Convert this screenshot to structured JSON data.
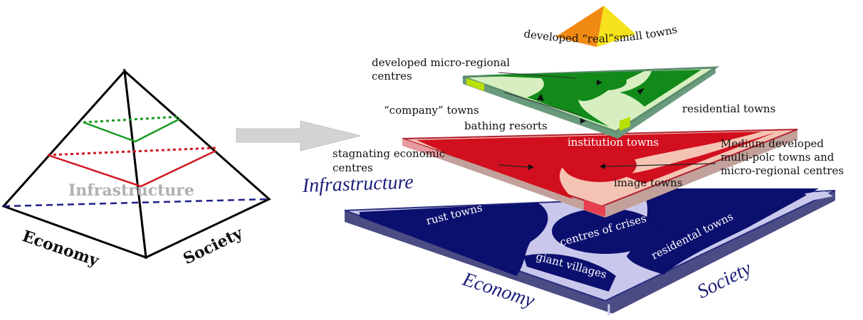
{
  "left_pyramid": {
    "infrastructure": "Infrastructure",
    "economy": "Economy",
    "society": "Society"
  },
  "layers": {
    "top_apex": {
      "label": "developed “real”small towns"
    },
    "green": {
      "developed_micro_regional": [
        "developed micro-regional",
        "centres"
      ],
      "company_towns": "“company” towns",
      "bathing_resorts": "bathing resorts",
      "residential_towns": "residential towns"
    },
    "red": {
      "institution_towns": "institution towns",
      "stagnating": [
        "stagnating economic",
        "centres"
      ],
      "medium_developed": [
        "Medium developed",
        "multi-polc towns and",
        "micro-regional centres"
      ],
      "image_towns": "image towns"
    },
    "blue": {
      "infrastructure": "Infrastructure",
      "rust_towns": "rust towns",
      "centres_of_crises": "centres of crises",
      "residental_towns": "residental towns",
      "giant_villages": "giant villages",
      "economy": "Economy",
      "society": "Society"
    }
  },
  "colors": {
    "orange_pyramid": "#f08a12",
    "yellow_pyramid": "#f5e21a",
    "green_dark": "#118a1a",
    "green_light": "#d7efc0",
    "green_edge": "#5d8d6f",
    "red_dark": "#d20f1e",
    "red_light": "#f5c3b4",
    "blue_dark": "#0b0f6e",
    "blue_light": "#c9c8ec",
    "blue_edge": "#3a3d86",
    "arrow_gray": "#d3d3d3"
  }
}
